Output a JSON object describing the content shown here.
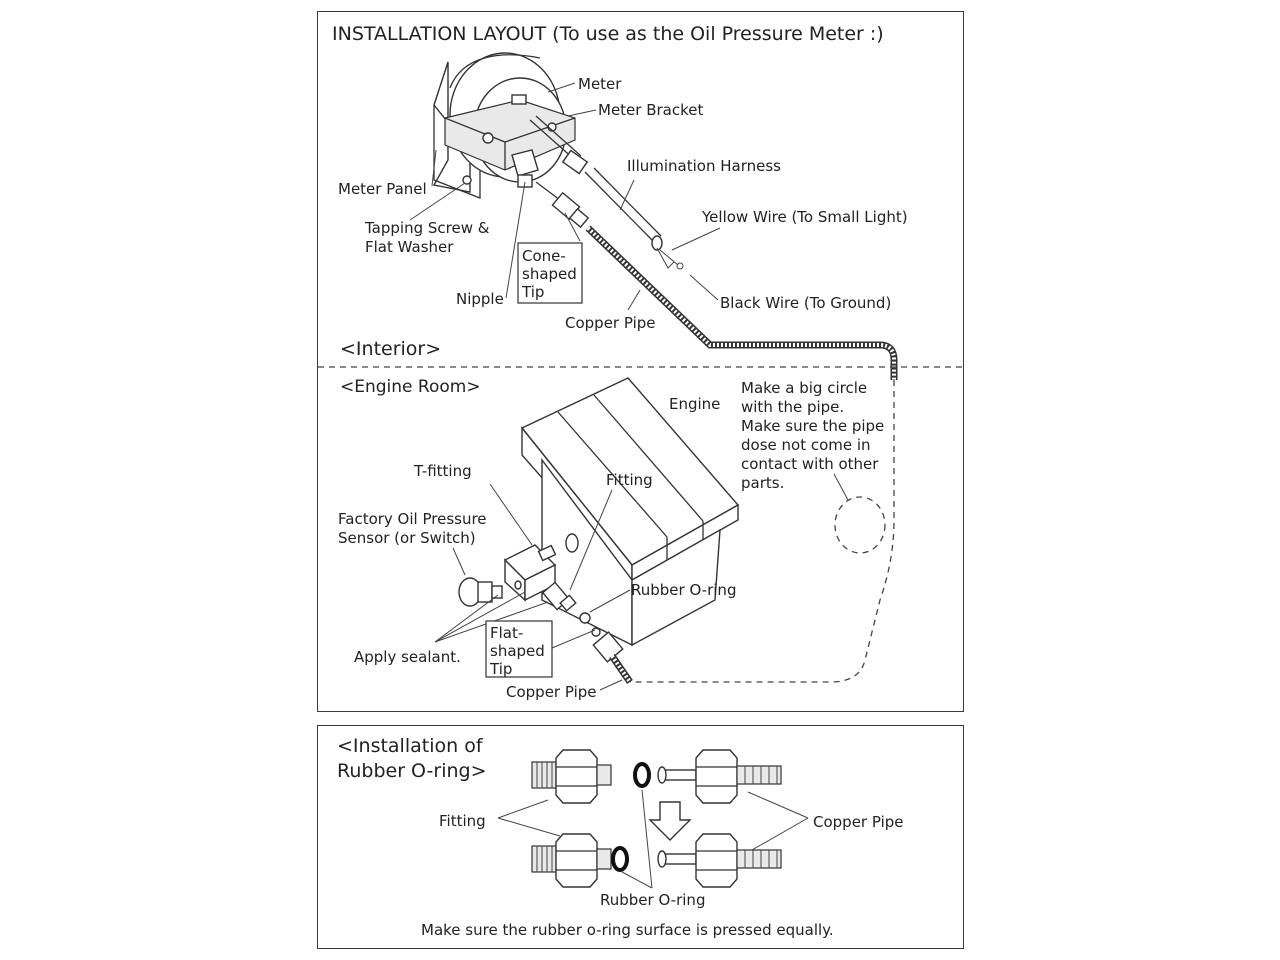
{
  "layout": {
    "title": "INSTALLATION LAYOUT (To use as the Oil Pressure Meter :)",
    "labels": {
      "meter": "Meter",
      "meter_bracket": "Meter Bracket",
      "illumination_harness": "Illumination Harness",
      "yellow_wire": "Yellow Wire (To Small Light)",
      "meter_panel": "Meter Panel",
      "tapping_screw_1": "Tapping Screw &",
      "tapping_screw_2": "Flat Washer",
      "cone_1": "Cone-",
      "cone_2": "shaped",
      "cone_3": "Tip",
      "nipple": "Nipple",
      "black_wire": "Black Wire (To Ground)",
      "copper_pipe_top": "Copper Pipe",
      "interior": "<Interior>",
      "engine_room": "<Engine Room>",
      "engine": "Engine",
      "note_1": "Make a big circle",
      "note_2": "with the pipe.",
      "note_3": "Make sure the pipe",
      "note_4": "dose not come in",
      "note_5": "contact with other",
      "note_6": "parts.",
      "t_fitting": "T-fitting",
      "fitting": "Fitting",
      "sensor_1": "Factory Oil Pressure",
      "sensor_2": "Sensor (or Switch)",
      "rubber_oring": "Rubber O-ring",
      "apply_sealant": "Apply sealant.",
      "flat_1": "Flat-",
      "flat_2": "shaped",
      "flat_3": "Tip",
      "copper_pipe_bottom": "Copper Pipe"
    }
  },
  "oring_install": {
    "title_1": "<Installation of",
    "title_2": "Rubber O-ring>",
    "fitting": "Fitting",
    "copper_pipe": "Copper Pipe",
    "rubber_oring": "Rubber O-ring",
    "note": "Make sure the rubber o-ring surface is pressed equally."
  }
}
